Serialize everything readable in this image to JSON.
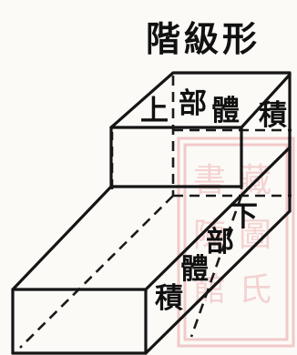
{
  "title": "階級形",
  "upper_face": {
    "part1": "上",
    "part2": "部",
    "part3": "體",
    "part4": "積"
  },
  "lower_face": {
    "part1": "下",
    "part2": "部",
    "part3": "體",
    "part4": "積"
  },
  "seal": {
    "color": "#f1c9c9"
  }
}
